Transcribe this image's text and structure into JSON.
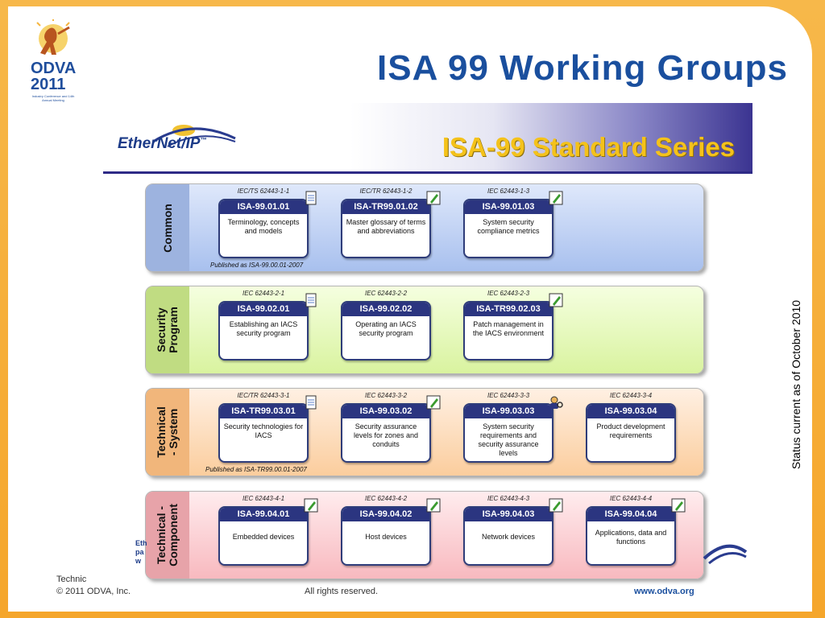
{
  "logo": {
    "line1": "ODVA",
    "line2": "2011",
    "tagline": "Industry Conference and 14th Annual Meeting"
  },
  "title": "ISA 99 Working Groups",
  "banner": {
    "brand": "EtherNet/IP",
    "brand_mark": "™",
    "title": "ISA-99 Standard Series"
  },
  "status": "Status current as of October 2010",
  "groups": [
    {
      "label": "Common",
      "published": "Published as ISA-99.00.01-2007",
      "cards": [
        {
          "iec": "IEC/TS 62443-1-1",
          "code": "ISA-99.01.01",
          "desc": "Terminology, concepts and models",
          "icon": "document-icon"
        },
        {
          "iec": "IEC/TR 62443-1-2",
          "code": "ISA-TR99.01.02",
          "desc": "Master glossary of terms and abbreviations",
          "icon": "pencil-edit-icon"
        },
        {
          "iec": "IEC 62443-1-3",
          "code": "ISA-99.01.03",
          "desc": "System security compliance metrics",
          "icon": "pencil-edit-icon"
        }
      ]
    },
    {
      "label": "Security Program",
      "published": "",
      "cards": [
        {
          "iec": "IEC 62443-2-1",
          "code": "ISA-99.02.01",
          "desc": "Establishing an IACS security program",
          "icon": "document-icon"
        },
        {
          "iec": "IEC 62443-2-2",
          "code": "ISA-99.02.02",
          "desc": "Operating an IACS security program",
          "icon": ""
        },
        {
          "iec": "IEC 62443-2-3",
          "code": "ISA-TR99.02.03",
          "desc": "Patch management in the IACS environment",
          "icon": "pencil-edit-icon"
        }
      ]
    },
    {
      "label": "Technical - System",
      "published": "Published as ISA-TR99.00.01-2007",
      "cards": [
        {
          "iec": "IEC/TR 62443-3-1",
          "code": "ISA-TR99.03.01",
          "desc": "Security technologies for IACS",
          "icon": "document-icon"
        },
        {
          "iec": "IEC 62443-3-2",
          "code": "ISA-99.03.02",
          "desc": "Security assurance levels for zones and conduits",
          "icon": "pencil-edit-icon"
        },
        {
          "iec": "IEC 62443-3-3",
          "code": "ISA-99.03.03",
          "desc": "System security requirements and security assurance levels",
          "icon": "review-person-icon"
        },
        {
          "iec": "IEC 62443-3-4",
          "code": "ISA-99.03.04",
          "desc": "Product development requirements",
          "icon": ""
        }
      ]
    },
    {
      "label": "Technical - Component",
      "published": "",
      "cards": [
        {
          "iec": "IEC 62443-4-1",
          "code": "ISA-99.04.01",
          "desc": "Embedded devices",
          "icon": "pencil-edit-icon"
        },
        {
          "iec": "IEC 62443-4-2",
          "code": "ISA-99.04.02",
          "desc": "Host devices",
          "icon": "pencil-edit-icon"
        },
        {
          "iec": "IEC 62443-4-3",
          "code": "ISA-99.04.03",
          "desc": "Network devices",
          "icon": "pencil-edit-icon"
        },
        {
          "iec": "IEC 62443-4-4",
          "code": "ISA-99.04.04",
          "desc": "Applications, data and functions",
          "icon": "pencil-edit-icon"
        }
      ]
    }
  ],
  "footer": {
    "line1": "Technic",
    "copyright": "© 2011 ODVA, Inc.",
    "rights": "All rights reserved.",
    "url": "www.odva.org"
  },
  "peek_text": [
    "Eth",
    "pa",
    "w"
  ],
  "colors": {
    "title": "#1a4f9e",
    "banner_title": "#f4c21b",
    "card_header": "#2b3580",
    "frame": "#f5a623"
  }
}
